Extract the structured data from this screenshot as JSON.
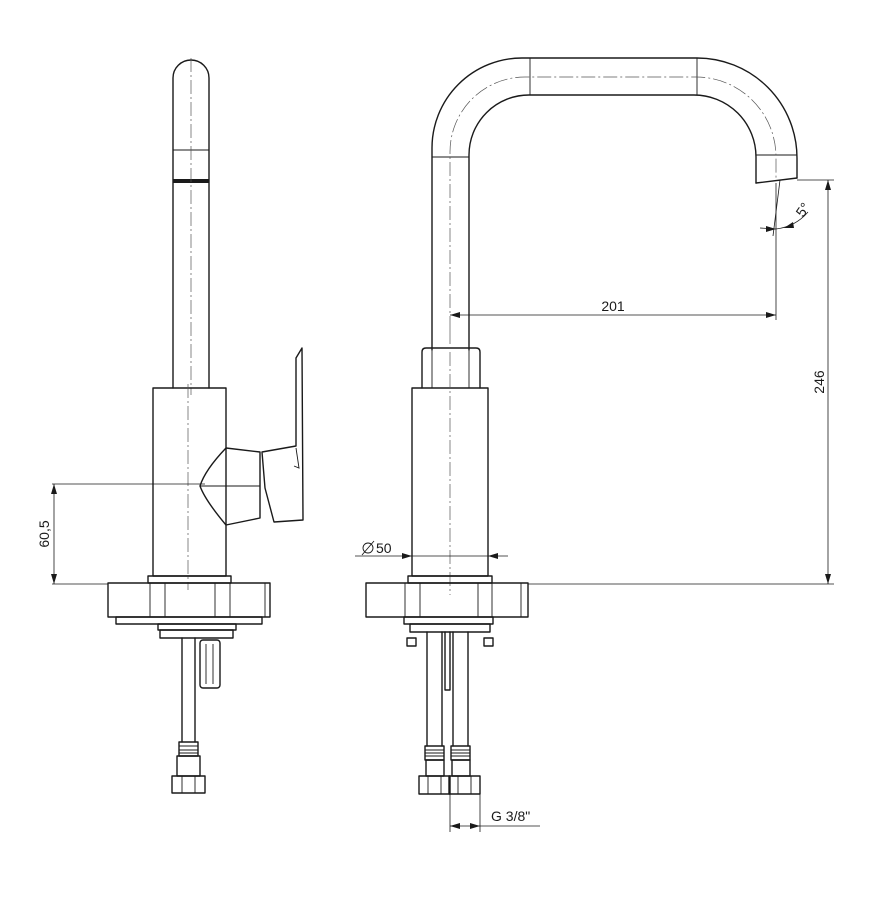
{
  "dimensions": {
    "side_height": "60,5",
    "diameter": "50",
    "reach": "201",
    "total_height": "246",
    "angle": "5°",
    "thread": "G 3/8\""
  }
}
